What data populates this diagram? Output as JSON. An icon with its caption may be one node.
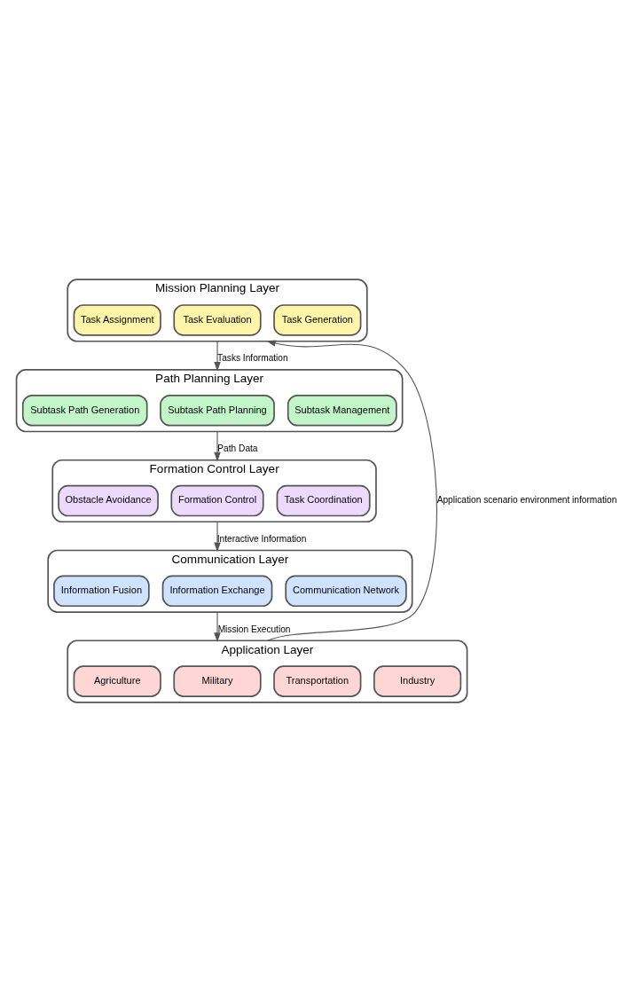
{
  "diagram": {
    "nodes": [
      {
        "text": [
          "Mission Planning Layer"
        ]
      },
      {
        "text": [
          "Task Generation"
        ],
        "in": 0
      },
      {
        "text": [
          "Task Evaluation"
        ],
        "in": 0
      },
      {
        "text": [
          "Task Assignment"
        ],
        "in": 0
      },
      {
        "text": [
          "Path Planning Layer"
        ]
      },
      {
        "text": [
          "Subtask Management"
        ],
        "in": 4
      },
      {
        "text": [
          "Subtask Path Planning"
        ],
        "in": 4
      },
      {
        "text": [
          "Subtask Path Generation"
        ],
        "in": 4
      },
      {
        "text": [
          "Formation Control Layer"
        ]
      },
      {
        "text": [
          "Task Coordination"
        ],
        "in": 8
      },
      {
        "text": [
          "Formation Control"
        ],
        "in": 8
      },
      {
        "text": [
          "Obstacle Avoidance"
        ],
        "in": 8
      },
      {
        "text": [
          "Communication Layer"
        ]
      },
      {
        "text": [
          "Communication Network"
        ],
        "in": 12
      },
      {
        "text": [
          "Information Exchange"
        ],
        "in": 12
      },
      {
        "text": [
          "Information Fusion"
        ],
        "in": 12
      },
      {
        "text": [
          "Application Layer"
        ]
      },
      {
        "text": [
          "Industry"
        ],
        "in": 16
      },
      {
        "text": [
          "Transportation"
        ],
        "in": 16
      },
      {
        "text": [
          "Military"
        ],
        "in": 16
      },
      {
        "text": [
          "Agriculture"
        ],
        "in": 16
      }
    ],
    "edges": [
      {
        "from": 0,
        "to": 4,
        "arrow": "to",
        "label": "Tasks Information"
      },
      {
        "from": 4,
        "to": 8,
        "arrow": "to",
        "label": "Path Data"
      },
      {
        "from": 8,
        "to": 12,
        "arrow": "to",
        "label": "Interactive Information"
      },
      {
        "from": 12,
        "to": 16,
        "arrow": "to",
        "label": "Mission Execution"
      },
      {
        "from": 16,
        "to": 0,
        "arrow": "to",
        "label": "Application scenario environment information"
      }
    ]
  }
}
